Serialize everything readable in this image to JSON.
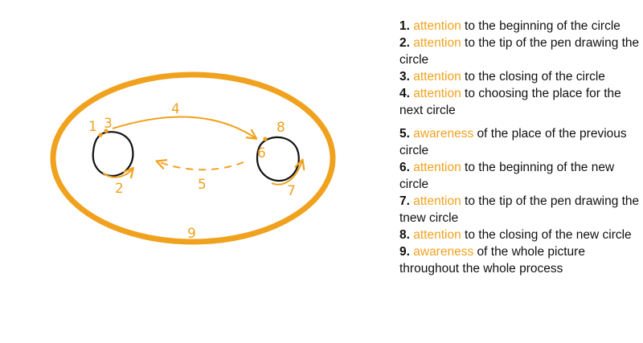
{
  "diagram": {
    "labels": {
      "n1": "1",
      "n2": "2",
      "n3": "3",
      "n4": "4",
      "n5": "5",
      "n6": "6",
      "n7": "7",
      "n8": "8",
      "n9": "9"
    },
    "colors": {
      "accent": "#f0a21e",
      "ink": "#111111"
    }
  },
  "legend": {
    "items": [
      {
        "num": "1.",
        "keyword": "attention",
        "text": " to the beginning of the circle"
      },
      {
        "num": "2.",
        "keyword": "attention",
        "text": " to the tip of the pen drawing the circle"
      },
      {
        "num": "3.",
        "keyword": "attention",
        "text": " to the closing of the circle"
      },
      {
        "num": "4.",
        "keyword": "attention",
        "text": " to choosing the place for the next circle"
      },
      {
        "num": "5.",
        "keyword": "awareness",
        "text": " of the place of the previous circle"
      },
      {
        "num": "6.",
        "keyword": "attention",
        "text": " to the beginning of the new circle"
      },
      {
        "num": "7.",
        "keyword": "attention",
        "text": " to the tip of the pen drawing the tnew circle"
      },
      {
        "num": "8.",
        "keyword": "attention",
        "text": " to the closing of the new circle"
      },
      {
        "num": "9.",
        "keyword": "awareness",
        "text": " of the whole picture throughout the whole process"
      }
    ]
  }
}
